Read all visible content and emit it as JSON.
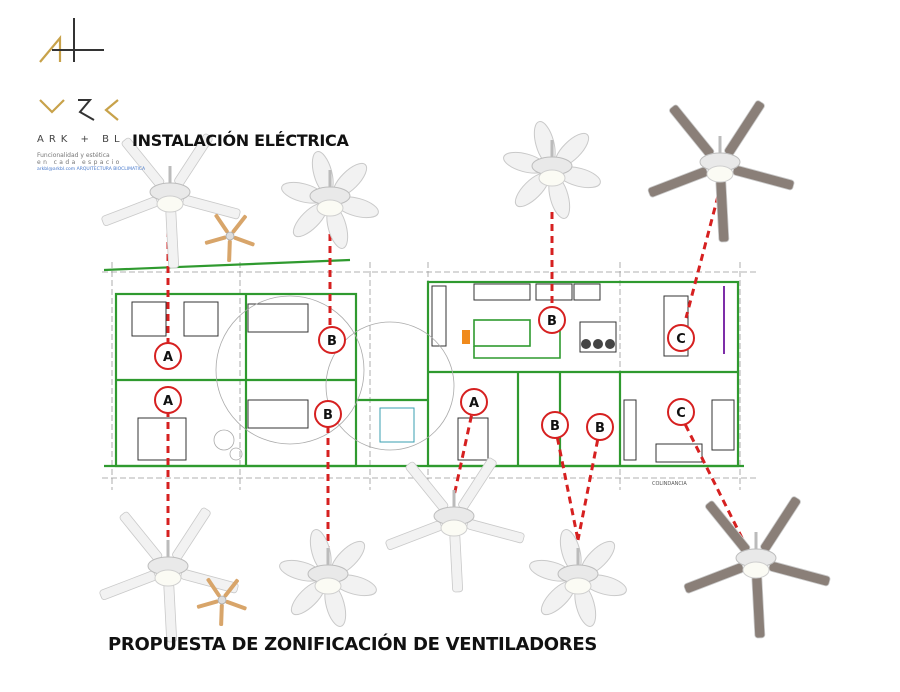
{
  "header": {
    "title": "INSTALACIÓN ELÉCTRICA",
    "brand": "ARK + BL",
    "tagline_1": "Funcionalidad y estética",
    "tagline_2": "en cada espacio",
    "tagline_3": "arkbl@arkbl.com  ARQUITECTURA  BIOCLIMATICA"
  },
  "footer": {
    "title": "PROPUESTA DE ZONIFICACIÓN DE VENTILADORES"
  },
  "plan": {
    "label": "COLINDANCIA"
  },
  "zones": [
    "A",
    "A",
    "A",
    "B",
    "B",
    "B",
    "B",
    "B",
    "C",
    "C"
  ],
  "colors": {
    "zone_marker": "#d62020",
    "wall": "#2f9a2f",
    "fan_white": "#f2f2f2",
    "fan_wood": "#8a7f78"
  },
  "fans": [
    {
      "style": "white-five-blade",
      "zone": "A"
    },
    {
      "style": "white-six-blade",
      "zone": "B"
    },
    {
      "style": "white-six-blade",
      "zone": "B"
    },
    {
      "style": "wood-five-blade",
      "zone": "C"
    },
    {
      "style": "white-five-blade",
      "zone": "A"
    },
    {
      "style": "white-six-blade",
      "zone": "B"
    },
    {
      "style": "white-five-blade",
      "zone": "A"
    },
    {
      "style": "white-six-blade",
      "zone": "B"
    },
    {
      "style": "wood-five-blade",
      "zone": "C"
    }
  ]
}
